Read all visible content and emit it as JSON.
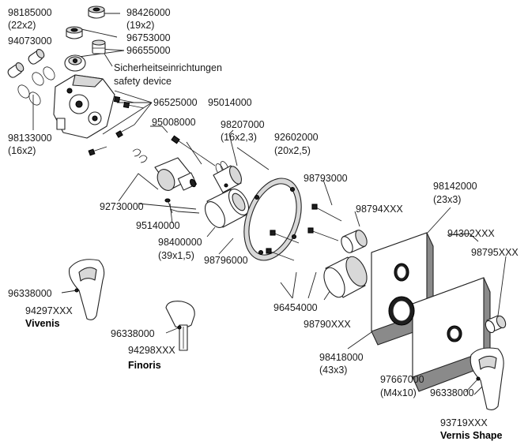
{
  "labels": {
    "p98185000": "98185000",
    "p98185000_size": "(22x2)",
    "p98426000": "98426000",
    "p98426000_size": "(19x2)",
    "p94073000": "94073000",
    "p96753000": "96753000",
    "p96655000": "96655000",
    "safety_de": "Sicherheitseinrichtungen",
    "safety_en": "safety device",
    "p96525000": "96525000",
    "p95014000": "95014000",
    "p95008000": "95008000",
    "p98207000": "98207000",
    "p98207000_size": "(16x2,3)",
    "p92602000": "92602000",
    "p92602000_size": "(20x2,5)",
    "p98133000": "98133000",
    "p98133000_size": "(16x2)",
    "p98793000": "98793000",
    "p98142000": "98142000",
    "p98142000_size": "(23x3)",
    "p98794XXX": "98794XXX",
    "p92730000": "92730000",
    "p94302XXX": "94302XXX",
    "p95140000": "95140000",
    "p98795XXX": "98795XXX",
    "p98400000": "98400000",
    "p98400000_size": "(39x1,5)",
    "p98796000": "98796000",
    "p96338000_a": "96338000",
    "p94297XXX": "94297XXX",
    "name_vivenis": "Vivenis",
    "p96454000": "96454000",
    "p98790XXX": "98790XXX",
    "p96338000_b": "96338000",
    "p94298XXX": "94298XXX",
    "name_finoris": "Finoris",
    "p98418000": "98418000",
    "p98418000_size": "(43x3)",
    "p97667000": "97667000",
    "p97667000_size": "(M4x10)",
    "p96338000_c": "96338000",
    "p93719XXX": "93719XXX",
    "name_vernis": "Vernis Shape"
  }
}
